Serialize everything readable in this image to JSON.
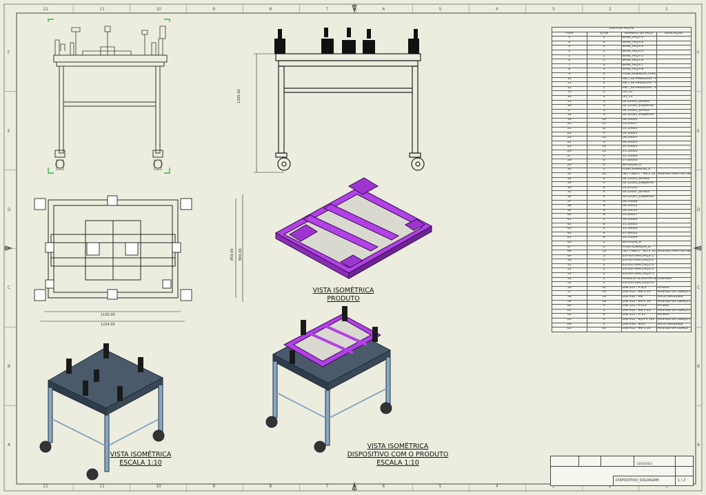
{
  "sheet": {
    "zones_top": [
      "12",
      "11",
      "10",
      "9",
      "8",
      "7",
      "6",
      "5",
      "4",
      "3",
      "2",
      "1"
    ],
    "zones_side": [
      "F",
      "E",
      "D",
      "C",
      "B",
      "A"
    ]
  },
  "views": {
    "iso_produto": {
      "line1": "VISTA ISOMÉTRICA",
      "line2": "PRODUTO"
    },
    "iso_escala": {
      "line1": "VISTA ISOMÉTRICA",
      "line2": "ESCALA 1:10"
    },
    "iso_dispositivo": {
      "line1": "VISTA ISOMÉTRICA",
      "line2": "DISPOSITIVO COM O PRODUTO",
      "line3": "ESCALA 1:10"
    }
  },
  "dimensions": {
    "height": "1265,00",
    "plan_width_inner": "1150,00",
    "plan_width_outer": "1224,00",
    "plan_depth_inner": "850,00",
    "plan_depth_outer": "900,00"
  },
  "bom": {
    "caption": "LISTA DE PEÇAS",
    "headers": [
      "ITEM",
      "QTDE",
      "NÚMERO DA PEÇA",
      "DESCRIÇÃO"
    ],
    "rows": [
      [
        "1",
        "2",
        "BASE_PEÇA 1",
        ""
      ],
      [
        "2",
        "2",
        "BASE_PEÇA 2",
        ""
      ],
      [
        "3",
        "2",
        "BASE_PEÇA 3",
        ""
      ],
      [
        "4",
        "2",
        "BASE_PEÇA 4",
        ""
      ],
      [
        "5",
        "2",
        "BASE_PEÇA 5",
        ""
      ],
      [
        "6",
        "2",
        "BASE_PEÇA 6",
        ""
      ],
      [
        "7",
        "6",
        "BASE_PEÇA 7",
        ""
      ],
      [
        "8",
        "4",
        "BASE_PEÇA 8",
        ""
      ],
      [
        "9",
        "4",
        "POSICIONADOR_FURO",
        ""
      ],
      [
        "10",
        "2",
        "MET_RETANGULAR - A_2",
        ""
      ],
      [
        "11",
        "2",
        "MET_RETANGULAR - A_1",
        ""
      ],
      [
        "12",
        "2",
        "MET_RETANGULAR - A_3",
        ""
      ],
      [
        "13",
        "4",
        "CH_11",
        ""
      ],
      [
        "14",
        "4",
        "CH_15",
        ""
      ],
      [
        "15",
        "6",
        "02.12001_Direita",
        ""
      ],
      [
        "16",
        "6",
        "02.12001_Esquerda",
        ""
      ],
      [
        "17",
        "6",
        "02.14001_Direita",
        ""
      ],
      [
        "18",
        "6",
        "02.14001_Esquerda",
        ""
      ],
      [
        "19",
        "12",
        "06.50001",
        ""
      ],
      [
        "20",
        "12",
        "05.20017",
        ""
      ],
      [
        "21",
        "12",
        "01.10005",
        ""
      ],
      [
        "22",
        "6",
        "04.10001",
        ""
      ],
      [
        "23",
        "12",
        "06.50007",
        ""
      ],
      [
        "24",
        "6",
        "04.20001",
        ""
      ],
      [
        "25",
        "12",
        "14.10001",
        ""
      ],
      [
        "26",
        "12",
        "11.50002",
        ""
      ],
      [
        "27",
        "6",
        "12.50003",
        ""
      ],
      [
        "28",
        "6",
        "07.60001",
        ""
      ],
      [
        "29",
        "6",
        "BATOQUE_A",
        ""
      ],
      [
        "30",
        "6",
        "POSICIONADOR_A",
        ""
      ],
      [
        "31",
        "24",
        "ISO 7380-1 - M6 x 12",
        "Parafuso Allen de cabeça"
      ],
      [
        "32",
        "4",
        "02.12001_Direita",
        ""
      ],
      [
        "33",
        "4",
        "02.12001_Esquerda",
        ""
      ],
      [
        "34",
        "8",
        "01.10120",
        ""
      ],
      [
        "35",
        "4",
        "02.12007_Direita",
        ""
      ],
      [
        "36",
        "4",
        "02.12007_Esquerda",
        ""
      ],
      [
        "37",
        "4",
        "04.10004",
        ""
      ],
      [
        "38",
        "8",
        "06.50011",
        ""
      ],
      [
        "39",
        "8",
        "06.50012",
        ""
      ],
      [
        "40",
        "8",
        "05.20007",
        ""
      ],
      [
        "41",
        "4",
        "04.20004",
        ""
      ],
      [
        "42",
        "8",
        "11.50001",
        ""
      ],
      [
        "43",
        "4",
        "12.50003",
        ""
      ],
      [
        "44",
        "4",
        "07.60005",
        ""
      ],
      [
        "45",
        "8",
        "14.10004",
        ""
      ],
      [
        "46",
        "4",
        "BATOQUE_B",
        ""
      ],
      [
        "47",
        "4",
        "POSICIONADOR_B",
        ""
      ],
      [
        "48",
        "16",
        "ISO 7380-1 - M5 x 10",
        "Parafuso Allen de cabeça"
      ],
      [
        "49",
        "2",
        "ESTRUTURA_PEÇA 1",
        ""
      ],
      [
        "50",
        "2",
        "ESTRUTURA_PEÇA 2",
        ""
      ],
      [
        "51",
        "4",
        "ESTRUTURA_PEÇA 3",
        ""
      ],
      [
        "52",
        "2",
        "ESTRUTURA_PEÇA 4",
        ""
      ],
      [
        "53",
        "2",
        "ESTRUTURA_PEÇA 5",
        ""
      ],
      [
        "54",
        "4",
        "RODIZIO SCHIOPPA GL514 PE E",
        "Unknown"
      ],
      [
        "55",
        "4",
        "ESTRUTURA_PEÇA 6",
        ""
      ],
      [
        "56",
        "32",
        "DIN 125 - A 8,4",
        "Arruela"
      ],
      [
        "57",
        "16",
        "DIN 912 - M8 x 20",
        "Parafuso de cabeça cilíndrica"
      ],
      [
        "58",
        "16",
        "DIN 934 - M8",
        "Porca sextavada"
      ],
      [
        "59",
        "28",
        "DIN 912 - M6 x 16",
        "Parafuso de cabeça cilíndrica"
      ],
      [
        "60",
        "6",
        "DIN 125 - A 6,4",
        "Arruela"
      ],
      [
        "61",
        "6",
        "DIN 912 - M6 x 20",
        "Parafuso de cabeça cilíndrica"
      ],
      [
        "62",
        "8",
        "DIN 125 - A 15",
        "Arruela"
      ],
      [
        "63",
        "4",
        "DIN 912 - M14 x 120",
        "Parafuso de cabeça cilíndrica"
      ],
      [
        "64",
        "4",
        "DIN 934 - M14",
        "Porca sextavada"
      ],
      [
        "65",
        "16",
        "DIN 912 - M6 x 16",
        "Parafuso de cabeça"
      ]
    ]
  },
  "title_block": {
    "drawing_name": "DISPOSITIVO_SOLDAGEM",
    "sheet": "1 / 2",
    "date": "13/03/2023"
  }
}
